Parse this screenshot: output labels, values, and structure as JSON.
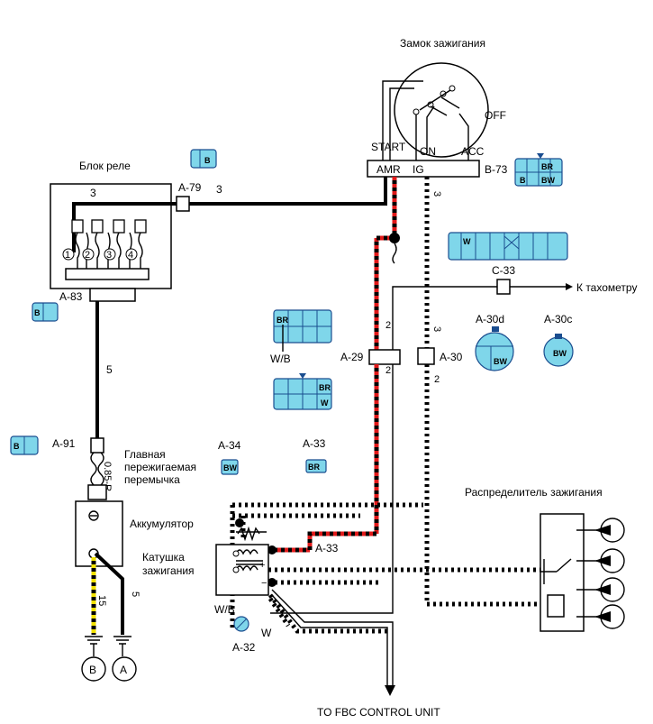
{
  "labels": {
    "ignition_switch": "Замок зажигания",
    "off": "OFF",
    "start": "START",
    "on": "ON",
    "acc": "ACC",
    "amr": "AMR",
    "ig": "IG",
    "b73": "B-73",
    "relay_block": "Блок реле",
    "a79": "A-79",
    "wire3_a": "3",
    "wire3_b": "3",
    "wire3_c": "3",
    "wire3_d": "3",
    "a83": "A-83",
    "wire5_a": "5",
    "wire5_b": "5",
    "a91": "A-91",
    "main_fuse_1": "Главная",
    "main_fuse_2": "пережигаемая",
    "main_fuse_3": "перемычка",
    "fuse_wire": "0.85-R",
    "battery": "Аккумулятор",
    "coil_1": "Катушка",
    "coil_2": "зажигания",
    "wire15": "15",
    "ground_b": "B",
    "ground_a": "A",
    "a34": "A-34",
    "a33_top": "A-33",
    "a33_mid": "A-33",
    "a29": "A-29",
    "a30": "A-30",
    "c33": "C-33",
    "to_tacho": "К тахометру",
    "a30d": "A-30d",
    "a30c": "A-30c",
    "wb_top": "W/B",
    "wire2_a": "2",
    "wire2_b": "2",
    "wire2_c": "2",
    "distributor": "Распределитель зажигания",
    "wb_bottom": "W/B",
    "w": "W",
    "a32": "A-32",
    "fbc": "TO FBC CONTROL UNIT",
    "relay_1": "1",
    "relay_2": "2",
    "relay_3": "3",
    "relay_4": "4"
  },
  "connector_letters": {
    "b73_b": "B",
    "b73_br": "BR",
    "b73_bw": "BW",
    "relay_conn_b": "B",
    "a83_b": "B",
    "a91_b": "B",
    "a29_br": "BR",
    "a29_w": "W",
    "a30_br": "BR",
    "a30_w": "W",
    "c33_w": "W",
    "a30d_bw": "BW",
    "a30c_bw": "BW",
    "a34_bw": "BW",
    "a33_br": "BR"
  },
  "colors": {
    "connector_fill": "#7fd6ea",
    "connector_stroke": "#1a4d8f",
    "wire_red": "#e01a1a",
    "wire_yellow": "#f2e200"
  }
}
